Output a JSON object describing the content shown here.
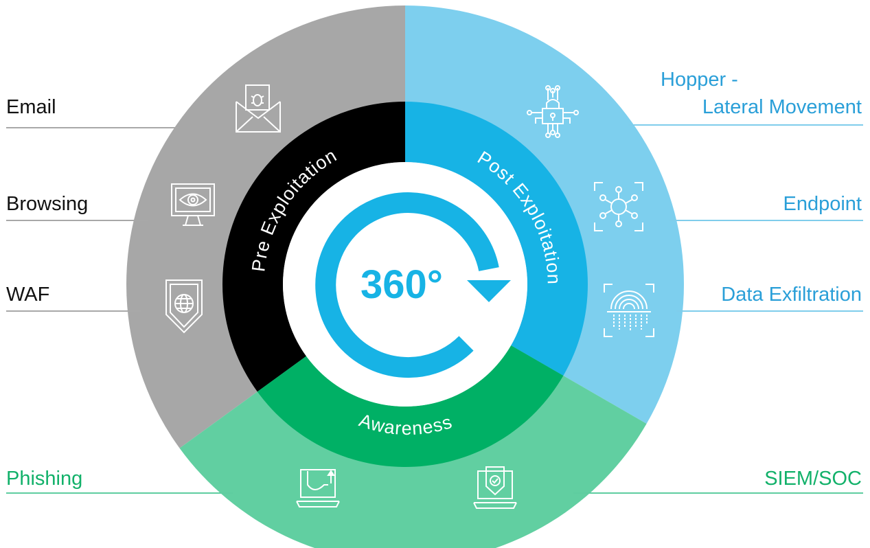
{
  "center": {
    "text": "360°"
  },
  "phases": {
    "pre": {
      "label": "Pre Exploitation",
      "color": "#000000"
    },
    "post": {
      "label": "Post Exploitation",
      "color": "#17b3e5"
    },
    "awareness": {
      "label": "Awareness",
      "color": "#00b065"
    }
  },
  "segments": {
    "gray": "#a7a7a7",
    "blue": "#7dcfee",
    "green": "#61cfa1"
  },
  "labels": {
    "email": "Email",
    "browsing": "Browsing",
    "waf": "WAF",
    "phishing": "Phishing",
    "hopper_line1": "Hopper -",
    "hopper_line2": "Lateral Movement",
    "endpoint": "Endpoint",
    "data_exfiltration": "Data Exfiltration",
    "siem_soc": "SIEM/SOC"
  },
  "icons": [
    "email-bug-icon",
    "browsing-eye-icon",
    "waf-shield-icon",
    "lateral-movement-lock-icon",
    "endpoint-network-icon",
    "fingerprint-icon",
    "phishing-laptop-icon",
    "siem-laptop-shield-icon"
  ],
  "colors": {
    "text_dark": "#111111",
    "text_blue": "#2a9fd8",
    "text_green": "#12b16a",
    "arrow": "#17b3e5"
  }
}
